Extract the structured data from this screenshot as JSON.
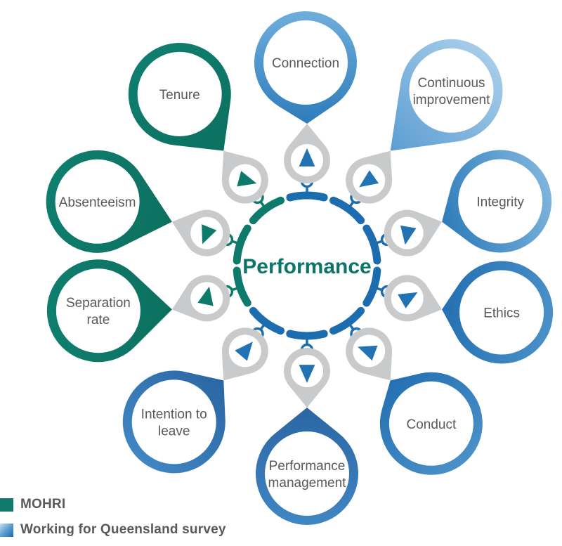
{
  "diagram": {
    "type": "hub-and-spoke",
    "center_label": "Performance",
    "spokes": [
      {
        "id": "connection",
        "label": "Connection",
        "lines": [
          "Connection"
        ],
        "category": "survey",
        "angle": 90,
        "balloon_angle": 90.4,
        "balloon_dist": 289,
        "triangle_dir": 90,
        "light": "#6FAEDC",
        "dark": "#2E7CBA"
      },
      {
        "id": "continuous-improvement",
        "label": "Continuous improvement",
        "lines": [
          "Continuous",
          "improvement"
        ],
        "category": "survey",
        "angle": 54,
        "balloon_angle": 50.5,
        "balloon_dist": 323,
        "triangle_dir": 215,
        "light": "#A6CDE9",
        "dark": "#5C9DD2"
      },
      {
        "id": "integrity",
        "label": "Integrity",
        "lines": [
          "Integrity"
        ],
        "category": "survey",
        "angle": 18,
        "balloon_angle": 18.4,
        "balloon_dist": 290,
        "triangle_dir": 260,
        "light": "#7DB4DC",
        "dark": "#2E7CBA"
      },
      {
        "id": "ethics",
        "label": "Ethics",
        "lines": [
          "Ethics"
        ],
        "category": "survey",
        "angle": -18,
        "balloon_angle": -13.5,
        "balloon_dist": 285,
        "triangle_dir": 30,
        "light": "#4A90C8",
        "dark": "#2470B2"
      },
      {
        "id": "conduct",
        "label": "Conduct",
        "lines": [
          "Conduct"
        ],
        "category": "survey",
        "angle": -54,
        "balloon_angle": -51.8,
        "balloon_dist": 286,
        "triangle_dir": 160,
        "light": "#4A90C8",
        "dark": "#2470B2"
      },
      {
        "id": "performance-management",
        "label": "Performance management",
        "lines": [
          "Performance",
          "management"
        ],
        "category": "survey",
        "angle": -90,
        "balloon_angle": -90,
        "balloon_dist": 296,
        "triangle_dir": 270,
        "light": "#3F86C2",
        "dark": "#2B66A4"
      },
      {
        "id": "intention-to-leave",
        "label": "Intention to leave",
        "lines": [
          "Intention to",
          "leave"
        ],
        "category": "survey",
        "angle": -126,
        "balloon_angle": -130.4,
        "balloon_dist": 292,
        "triangle_dir": 50,
        "light": "#3F86C2",
        "dark": "#2B66A4"
      },
      {
        "id": "separation-rate",
        "label": "Separation rate",
        "lines": [
          "Separation",
          "rate"
        ],
        "category": "mohri",
        "angle": -162,
        "balloon_angle": -167.8,
        "balloon_dist": 304,
        "triangle_dir": 78,
        "light": "#0F7E6E",
        "dark": "#0C7060"
      },
      {
        "id": "absenteeism",
        "label": "Absenteeism",
        "lines": [
          "Absenteeism"
        ],
        "category": "mohri",
        "angle": 162,
        "balloon_angle": 163,
        "balloon_dist": 312,
        "triangle_dir": 248,
        "light": "#0F7E6E",
        "dark": "#0C7060"
      },
      {
        "id": "tenure",
        "label": "Tenure",
        "lines": [
          "Tenure"
        ],
        "category": "mohri",
        "angle": 126,
        "balloon_angle": 126.6,
        "balloon_dist": 304,
        "triangle_dir": 345,
        "light": "#0F7E6E",
        "dark": "#0C7060"
      }
    ]
  },
  "legend": {
    "items": [
      {
        "id": "mohri",
        "label": "MOHRI",
        "style": "solid",
        "color": "#117A6C"
      },
      {
        "id": "wfq",
        "label": "Working for Queensland survey",
        "style": "gradient",
        "color": "#1A6CB0",
        "color_light": "#C6DFF0"
      }
    ]
  },
  "colors": {
    "teal": "#0E7A6C",
    "blue_link": "#1C6DAF",
    "blue_triangle": "#2173B3",
    "pin_gray": "#C9CACB",
    "label_gray": "#58595B",
    "center_text": "#0A7568",
    "white": "#FFFFFF"
  }
}
